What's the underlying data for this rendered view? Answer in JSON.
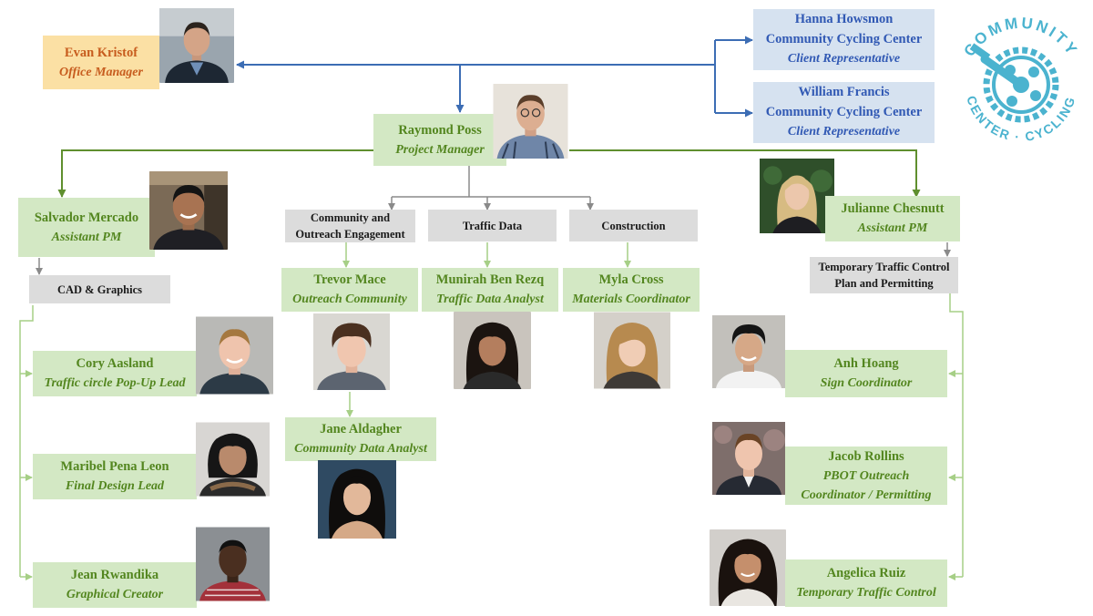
{
  "office_manager": {
    "name": "Evan Kristof",
    "role": "Office Manager"
  },
  "clients": [
    {
      "name": "Hanna Howsmon",
      "org": "Community Cycling Center",
      "role": "Client Representative"
    },
    {
      "name": "William Francis",
      "org": "Community Cycling Center",
      "role": "Client Representative"
    }
  ],
  "project_manager": {
    "name": "Raymond Poss",
    "role": "Project Manager"
  },
  "assistant_left": {
    "name": "Salvador Mercado",
    "role": "Assistant PM"
  },
  "assistant_right": {
    "name": "Julianne Chesnutt",
    "role": "Assistant PM"
  },
  "groups": {
    "cad": "CAD & Graphics",
    "community": [
      "Community and",
      "Outreach Engagement"
    ],
    "traffic": "Traffic Data",
    "construction": "Construction",
    "ttc": [
      "Temporary Traffic Control",
      "Plan and Permitting"
    ]
  },
  "cad_team": [
    {
      "name": "Cory Aasland",
      "role": "Traffic circle Pop-Up Lead"
    },
    {
      "name": "Maribel Pena Leon",
      "role": "Final Design Lead"
    },
    {
      "name": "Jean Rwandika",
      "role": "Graphical Creator"
    }
  ],
  "center_team": [
    {
      "name": "Trevor Mace",
      "role": "Outreach Community"
    },
    {
      "name": "Munirah Ben Rezq",
      "role": "Traffic Data Analyst"
    },
    {
      "name": "Myla Cross",
      "role": "Materials Coordinator"
    },
    {
      "name": "Jane Aldagher",
      "role": "Community Data Analyst"
    }
  ],
  "ttc_team": [
    {
      "name": "Anh Hoang",
      "role": "Sign Coordinator"
    },
    {
      "name": "Jacob Rollins",
      "role_lines": [
        "PBOT Outreach",
        "Coordinator / Permitting"
      ]
    },
    {
      "name": "Angelica Ruiz",
      "role": "Temporary Traffic Control"
    }
  ],
  "logo": {
    "text": "COMMUNITY CYCLING CENTER",
    "color": "#4bb3cf",
    "icon": "bicycle-crank-gear-icon"
  },
  "colors": {
    "blue_line": "#3c6db4",
    "green_line": "#5f8f2e",
    "gray_line": "#8a8a8a",
    "light_green_line": "#a6cf86"
  }
}
